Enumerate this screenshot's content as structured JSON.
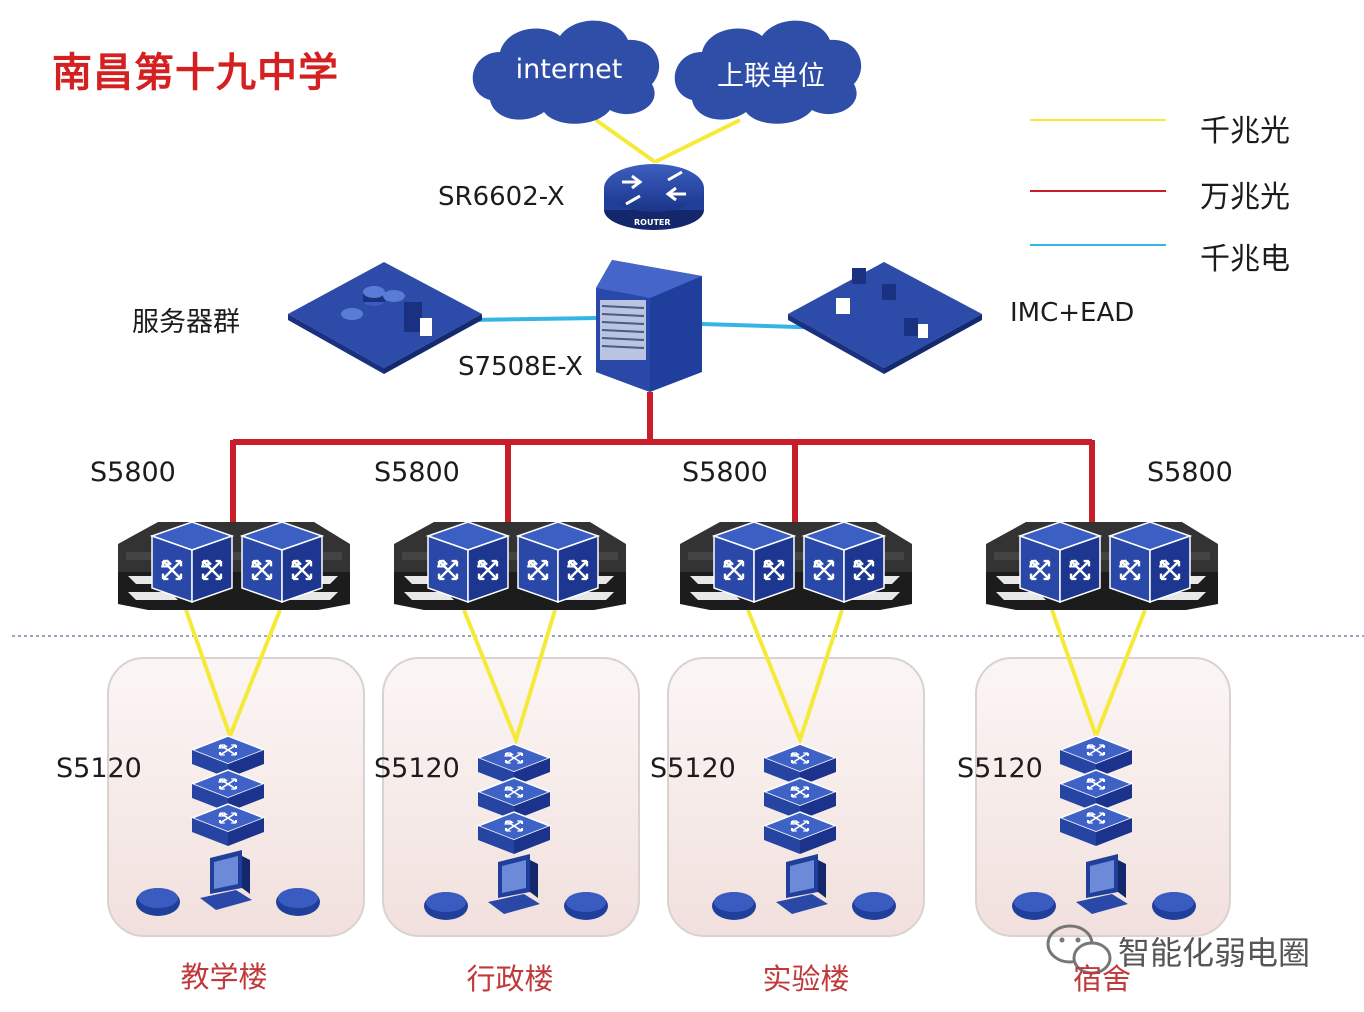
{
  "title": "南昌第十九中学",
  "clouds": [
    {
      "label": "internet"
    },
    {
      "label": "上联单位"
    }
  ],
  "devices": {
    "router": "SR6602-X",
    "core": "S7508E-X",
    "server_group": "服务器群",
    "management": "IMC+EAD",
    "router_badge": "ROUTER"
  },
  "aggregation": [
    "S5800",
    "S5800",
    "S5800",
    "S5800"
  ],
  "access": [
    "S5120",
    "S5120",
    "S5120",
    "S5120"
  ],
  "buildings": [
    "教学楼",
    "行政楼",
    "实验楼",
    "宿舍"
  ],
  "legend": [
    {
      "label": "千兆光",
      "color": "#f5ea3a"
    },
    {
      "label": "万兆光",
      "color": "#c81e2a"
    },
    {
      "label": "千兆电",
      "color": "#35b4e6"
    }
  ],
  "watermark": "智能化弱电圈",
  "colors": {
    "device_blue": "#1f3f9a",
    "title_red": "#d42020",
    "building_fill": "#f6ecea"
  }
}
